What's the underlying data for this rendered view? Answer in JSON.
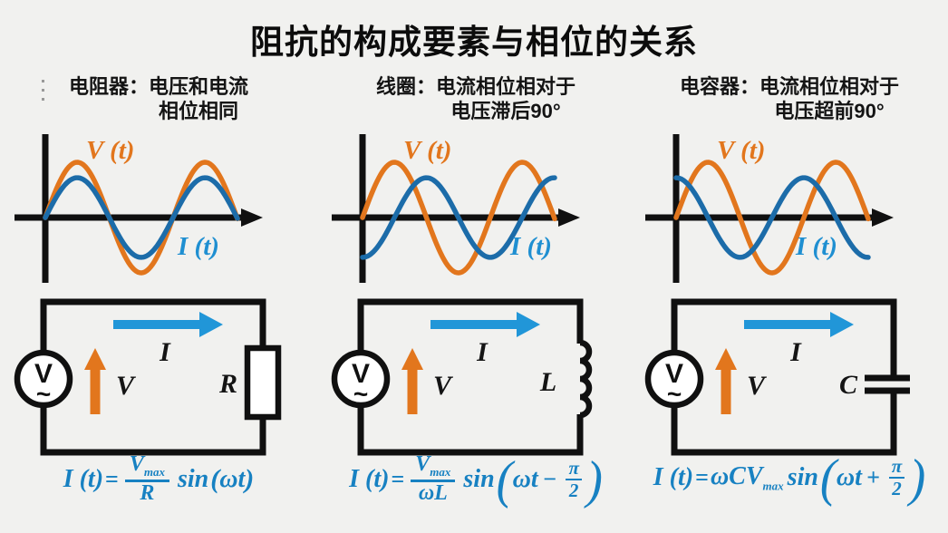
{
  "title": "阻抗的构成要素与相位的关系",
  "colors": {
    "background": "#f1f1ef",
    "line_black": "#101010",
    "voltage_orange": "#e2761d",
    "current_blue": "#1c6ca9",
    "label_blue": "#1f8fd1",
    "arrow_blue": "#2196d8",
    "formula_blue": "#1781c2"
  },
  "panels": [
    {
      "id": "resistor",
      "heading": {
        "label": "电阻器：",
        "line1": "电压和电流",
        "line2": "相位相同"
      },
      "waveform": {
        "voltage_label": "V (t)",
        "current_label": "I (t)",
        "voltage_amplitude": 1.0,
        "current_amplitude": 0.72,
        "current_phase_deg": 0,
        "phase_relation": "current in phase with voltage"
      },
      "circuit": {
        "source_symbol": "V",
        "source_wave": "~",
        "current_label": "I",
        "voltage_label": "V",
        "component_label": "R",
        "component": "resistor"
      },
      "formula": {
        "lhs": "I (t)",
        "eq": "=",
        "pre_num": "V",
        "pre_num_sub": "max",
        "pre_den": "R",
        "coeff": "",
        "coeff_sub": "",
        "func": "sin",
        "paren_open": "(",
        "paren_close": ")",
        "paren_big": "",
        "arg": "ωt",
        "op": "",
        "arg_num": "",
        "arg_den": ""
      }
    },
    {
      "id": "inductor",
      "heading": {
        "label": "线圈：",
        "line1": "电流相位相对于",
        "line2": "电压滞后90°"
      },
      "waveform": {
        "voltage_label": "V (t)",
        "current_label": "I (t)",
        "voltage_amplitude": 1.0,
        "current_amplitude": 0.72,
        "current_phase_deg": -90,
        "phase_relation": "current lags voltage by 90°"
      },
      "circuit": {
        "source_symbol": "V",
        "source_wave": "~",
        "current_label": "I",
        "voltage_label": "V",
        "component_label": "L",
        "component": "inductor"
      },
      "formula": {
        "lhs": "I (t)",
        "eq": "=",
        "pre_num": "V",
        "pre_num_sub": "max",
        "pre_den": "ωL",
        "coeff": "",
        "coeff_sub": "",
        "func": "sin",
        "paren_open": "(",
        "paren_close": ")",
        "paren_big": "big",
        "arg": "ωt",
        "op": "−",
        "arg_num": "π",
        "arg_den": "2"
      }
    },
    {
      "id": "capacitor",
      "heading": {
        "label": "电容器：",
        "line1": "电流相位相对于",
        "line2": "电压超前90°"
      },
      "waveform": {
        "voltage_label": "V (t)",
        "current_label": "I (t)",
        "voltage_amplitude": 1.0,
        "current_amplitude": 0.72,
        "current_phase_deg": 90,
        "phase_relation": "current leads voltage by 90°"
      },
      "circuit": {
        "source_symbol": "V",
        "source_wave": "~",
        "current_label": "I",
        "voltage_label": "V",
        "component_label": "C",
        "component": "capacitor"
      },
      "formula": {
        "lhs": "I (t)",
        "eq": "=",
        "pre_num": "",
        "pre_num_sub": "",
        "pre_den": "",
        "coeff": "ωCV",
        "coeff_sub": "max",
        "func": "sin",
        "paren_open": "(",
        "paren_close": ")",
        "paren_big": "big",
        "arg": "ωt",
        "op": "+",
        "arg_num": "π",
        "arg_den": "2"
      }
    }
  ]
}
